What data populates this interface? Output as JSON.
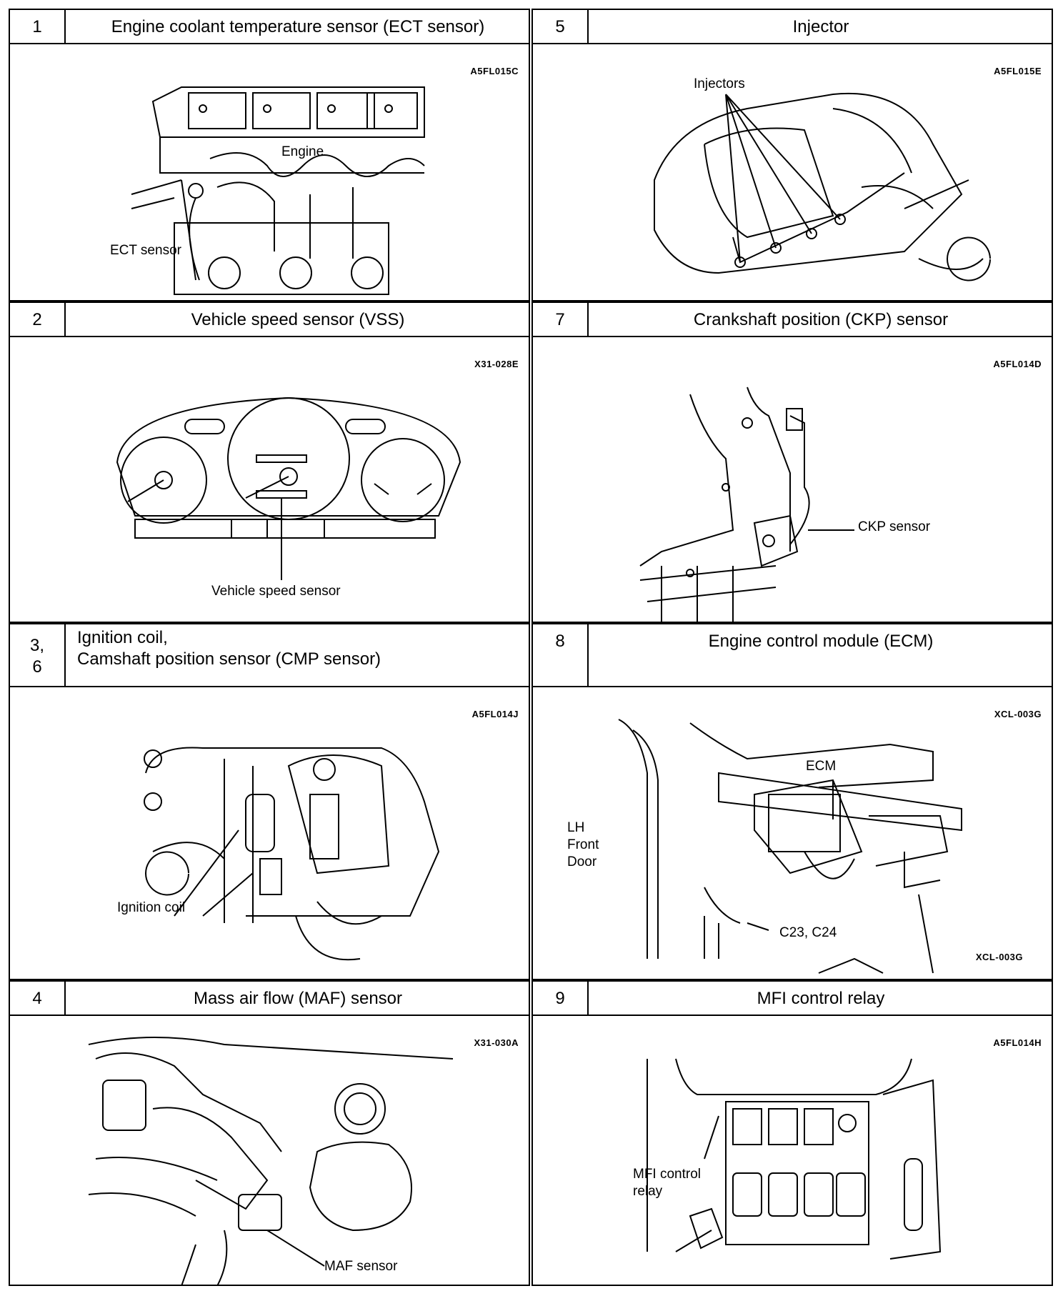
{
  "panels": {
    "ect": {
      "num": "1",
      "title": "Engine coolant temperature sensor (ECT sensor)",
      "code": "A5FL015C",
      "labels": {
        "engine": "Engine",
        "sensor": "ECT sensor"
      }
    },
    "vss": {
      "num": "2",
      "title": "Vehicle speed sensor (VSS)",
      "code": "X31-028E",
      "labels": {
        "sensor": "Vehicle speed sensor"
      }
    },
    "ign": {
      "num": [
        "3,",
        "6"
      ],
      "title": [
        "Ignition coil,",
        "Camshaft position sensor (CMP sensor)"
      ],
      "code": "A5FL014J",
      "labels": {
        "coil": "Ignition coil"
      }
    },
    "maf": {
      "num": "4",
      "title": "Mass air flow (MAF) sensor",
      "code": "X31-030A",
      "labels": {
        "sensor": "MAF sensor"
      }
    },
    "inj": {
      "num": "5",
      "title": "Injector",
      "code": "A5FL015E",
      "labels": {
        "injectors": "Injectors"
      }
    },
    "ckp": {
      "num": "7",
      "title": "Crankshaft position (CKP) sensor",
      "code": "A5FL014D",
      "labels": {
        "sensor": "CKP sensor"
      }
    },
    "ecm": {
      "num": "8",
      "title": "Engine control module (ECM)",
      "code": "XCL-003G",
      "code2": "XCL-003G",
      "labels": {
        "ecm": "ECM",
        "door": [
          "LH",
          "Front",
          "Door"
        ],
        "conn": "C23, C24"
      }
    },
    "mfi": {
      "num": "9",
      "title": "MFI control relay",
      "code": "A5FL014H",
      "labels": {
        "relay": [
          "MFI control",
          "relay"
        ]
      }
    }
  }
}
